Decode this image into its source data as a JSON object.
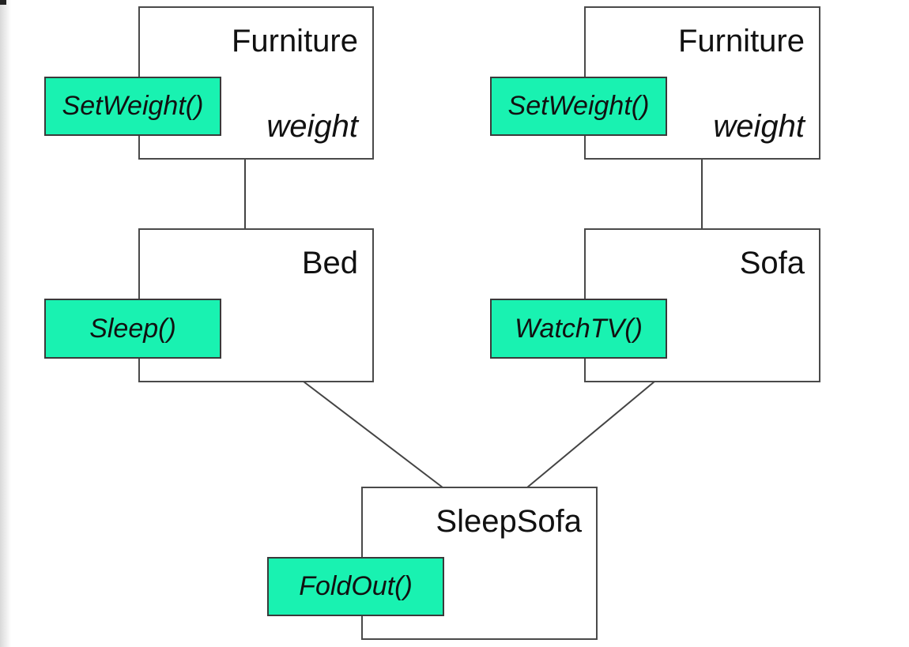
{
  "colors": {
    "method_fill": "#19f2b1",
    "box_border": "#4a4a4a",
    "connector": "#444444"
  },
  "classes": {
    "furniture_left": {
      "name": "Furniture",
      "attribute": "weight",
      "method": "SetWeight()"
    },
    "furniture_right": {
      "name": "Furniture",
      "attribute": "weight",
      "method": "SetWeight()"
    },
    "bed": {
      "name": "Bed",
      "method": "Sleep()"
    },
    "sofa": {
      "name": "Sofa",
      "method": "WatchTV()"
    },
    "sleepsofa": {
      "name": "SleepSofa",
      "method": "FoldOut()"
    }
  }
}
